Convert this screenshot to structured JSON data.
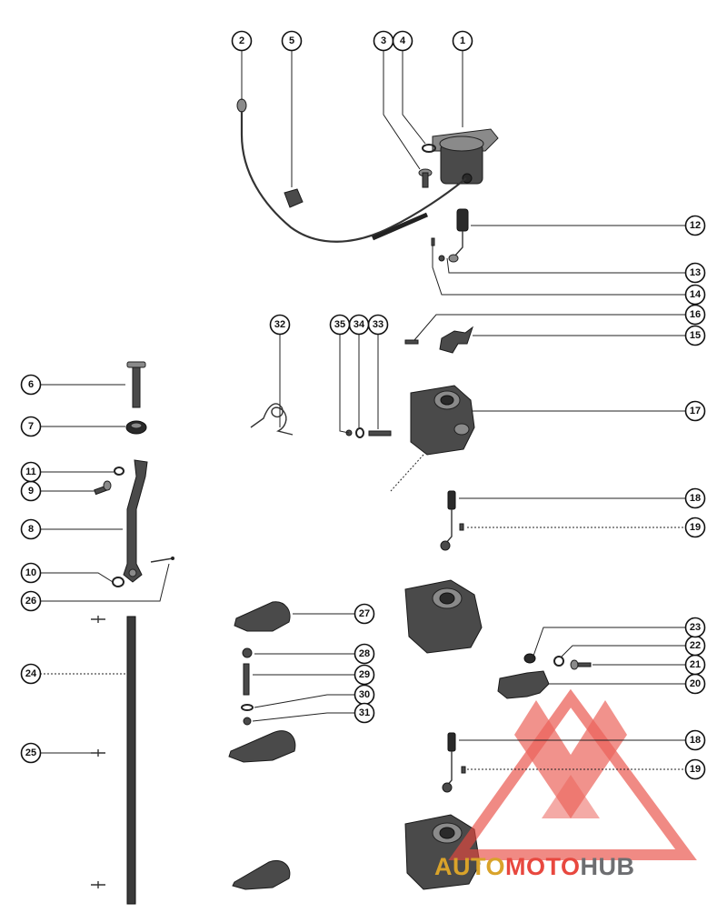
{
  "callouts": [
    "1",
    "2",
    "3",
    "4",
    "5",
    "6",
    "7",
    "8",
    "9",
    "10",
    "11",
    "12",
    "13",
    "14",
    "15",
    "16",
    "17",
    "18",
    "19",
    "20",
    "21",
    "22",
    "23",
    "24",
    "25",
    "26",
    "27",
    "28",
    "29",
    "30",
    "31",
    "32",
    "33",
    "34",
    "35",
    "18",
    "19"
  ],
  "watermark": {
    "part1": "AUTO",
    "part2": "MOTO",
    "part3": "HUB",
    "color_red": "#e8483f",
    "color_gray": "#6d6e71",
    "color_gold": "#d9a32a"
  }
}
